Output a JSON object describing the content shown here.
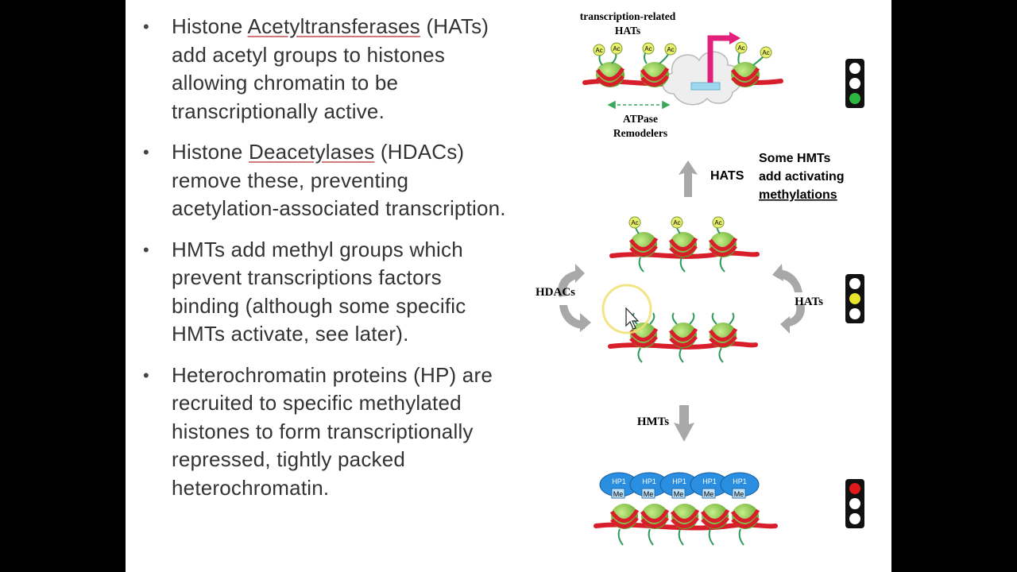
{
  "bullets": [
    {
      "pre": "Histone ",
      "term": "Acetyltransferases",
      "post": " (HATs) add acetyl groups to histones allowing chromatin to be transcriptionally active."
    },
    {
      "pre": "Histone ",
      "term": "Deacetylases",
      "post": " (HDACs) remove these, preventing acetylation-associated transcription."
    },
    {
      "text": "HMTs add methyl groups which prevent transcriptions factors binding (although some specific HMTs activate, see later)."
    },
    {
      "text": "Heterochromatin proteins (HP) are recruited to specific methylated histones to form transcriptionally repressed, tightly packed heterochromatin."
    }
  ],
  "diagram": {
    "top_label_line1": "transcription-related",
    "top_label_line2": "HATs",
    "atpase_line1": "ATPase",
    "atpase_line2": "Remodelers",
    "hats_up": "HATS",
    "note_line1": "Some HMTs",
    "note_line2": "add activating",
    "note_line3": "methylations",
    "hdacs": "HDACs",
    "hats_right": "HATs",
    "hmts": "HMTs",
    "ac": "Ac",
    "hp1": "HP1",
    "me": "Me"
  },
  "traffic_lights": [
    {
      "state": "green",
      "color": "#2db83d"
    },
    {
      "state": "yellow",
      "color": "#e6e62a"
    },
    {
      "state": "red",
      "color": "#e01a1a"
    }
  ],
  "colors": {
    "dna": "#d81e2a",
    "histone": "#7fc23a",
    "tail": "#2e9a5a",
    "hp1": "#2a8fe0",
    "arrow": "#a8a8a8",
    "flag": "#e0207a"
  }
}
